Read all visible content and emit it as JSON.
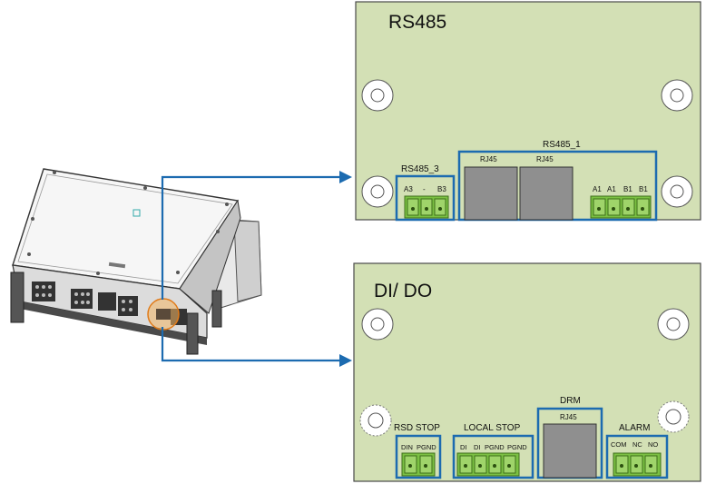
{
  "colors": {
    "board": "#d3e0b5",
    "board_border": "#4a4a4a",
    "highlight": "#1c6bb0",
    "connector": "#7bc043",
    "rj45": "#8f8f8f"
  },
  "rs485_panel": {
    "title": "RS485",
    "group_left": {
      "label": "RS485_3",
      "pins": [
        "A3",
        "-",
        "B3"
      ]
    },
    "group_right": {
      "label": "RS485_1",
      "rj45_labels": [
        "RJ45",
        "RJ45"
      ],
      "pins": [
        "A1",
        "A1",
        "B1",
        "B1"
      ]
    }
  },
  "dido_panel": {
    "title": "DI/ DO",
    "rsd_stop": {
      "label": "RSD STOP",
      "pins": [
        "DIN",
        "PGND"
      ]
    },
    "local_stop": {
      "label": "LOCAL STOP",
      "pins": [
        "DI",
        "DI",
        "PGND",
        "PGND"
      ]
    },
    "drm": {
      "label": "DRM",
      "rj45_label": "RJ45"
    },
    "alarm": {
      "label": "ALARM",
      "pins": [
        "COM",
        "NC",
        "NO"
      ]
    }
  },
  "icons": {
    "inverter": "inverter-illustration",
    "arrows": "arrow-right-icon",
    "holes": "mounting-hole-icon"
  }
}
